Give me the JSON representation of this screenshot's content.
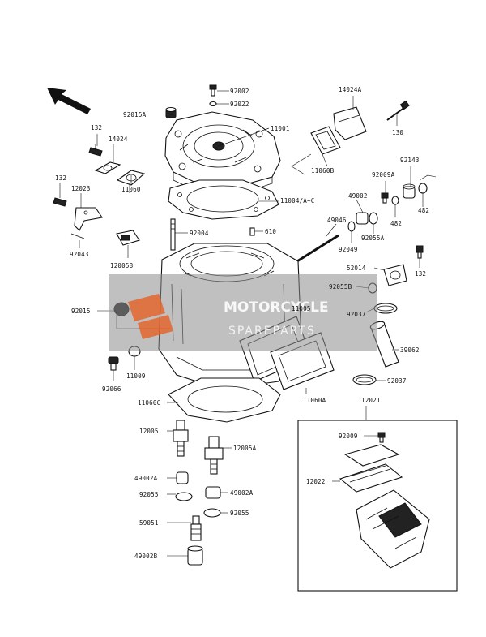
{
  "labels": {
    "l92002": "92002",
    "l92022": "92022",
    "l92015A": "92015A",
    "l11001": "11001",
    "l14024A": "14024A",
    "l130": "130",
    "l132a": "132",
    "l14024": "14024",
    "l11060B": "11060B",
    "l92009A": "92009A",
    "l92143": "92143",
    "l132b": "132",
    "l12023": "12023",
    "l11060": "11060",
    "l11004": "11004/A~C",
    "l49002": "49002",
    "l482a": "482",
    "l482b": "482",
    "l92043": "92043",
    "l92004": "92004",
    "l610": "610",
    "l49046": "49046",
    "l92049": "92049",
    "l92055A": "92055A",
    "l120058": "120058",
    "l132c": "132",
    "l52014": "52014",
    "l92055B": "92055B",
    "l92015": "92015",
    "l11005": "11005",
    "l92037a": "92037",
    "l39062": "39062",
    "l92066": "92066",
    "l11009": "11009",
    "l92037b": "92037",
    "l11060C": "11060C",
    "l11060A": "11060A",
    "l12021": "12021",
    "l12005": "12005",
    "l92009": "92009",
    "l12005A": "12005A",
    "l12022": "12022",
    "l49002A": "49002A",
    "l92055": "92055",
    "l49002A2": "49002A",
    "l59051": "59051",
    "l92055b2": "92055",
    "l49002B": "49002B"
  },
  "watermark": {
    "line1": "MOTORCYCLE",
    "line2": "SPAREPARTS",
    "logo_color": "#e85a1a"
  }
}
